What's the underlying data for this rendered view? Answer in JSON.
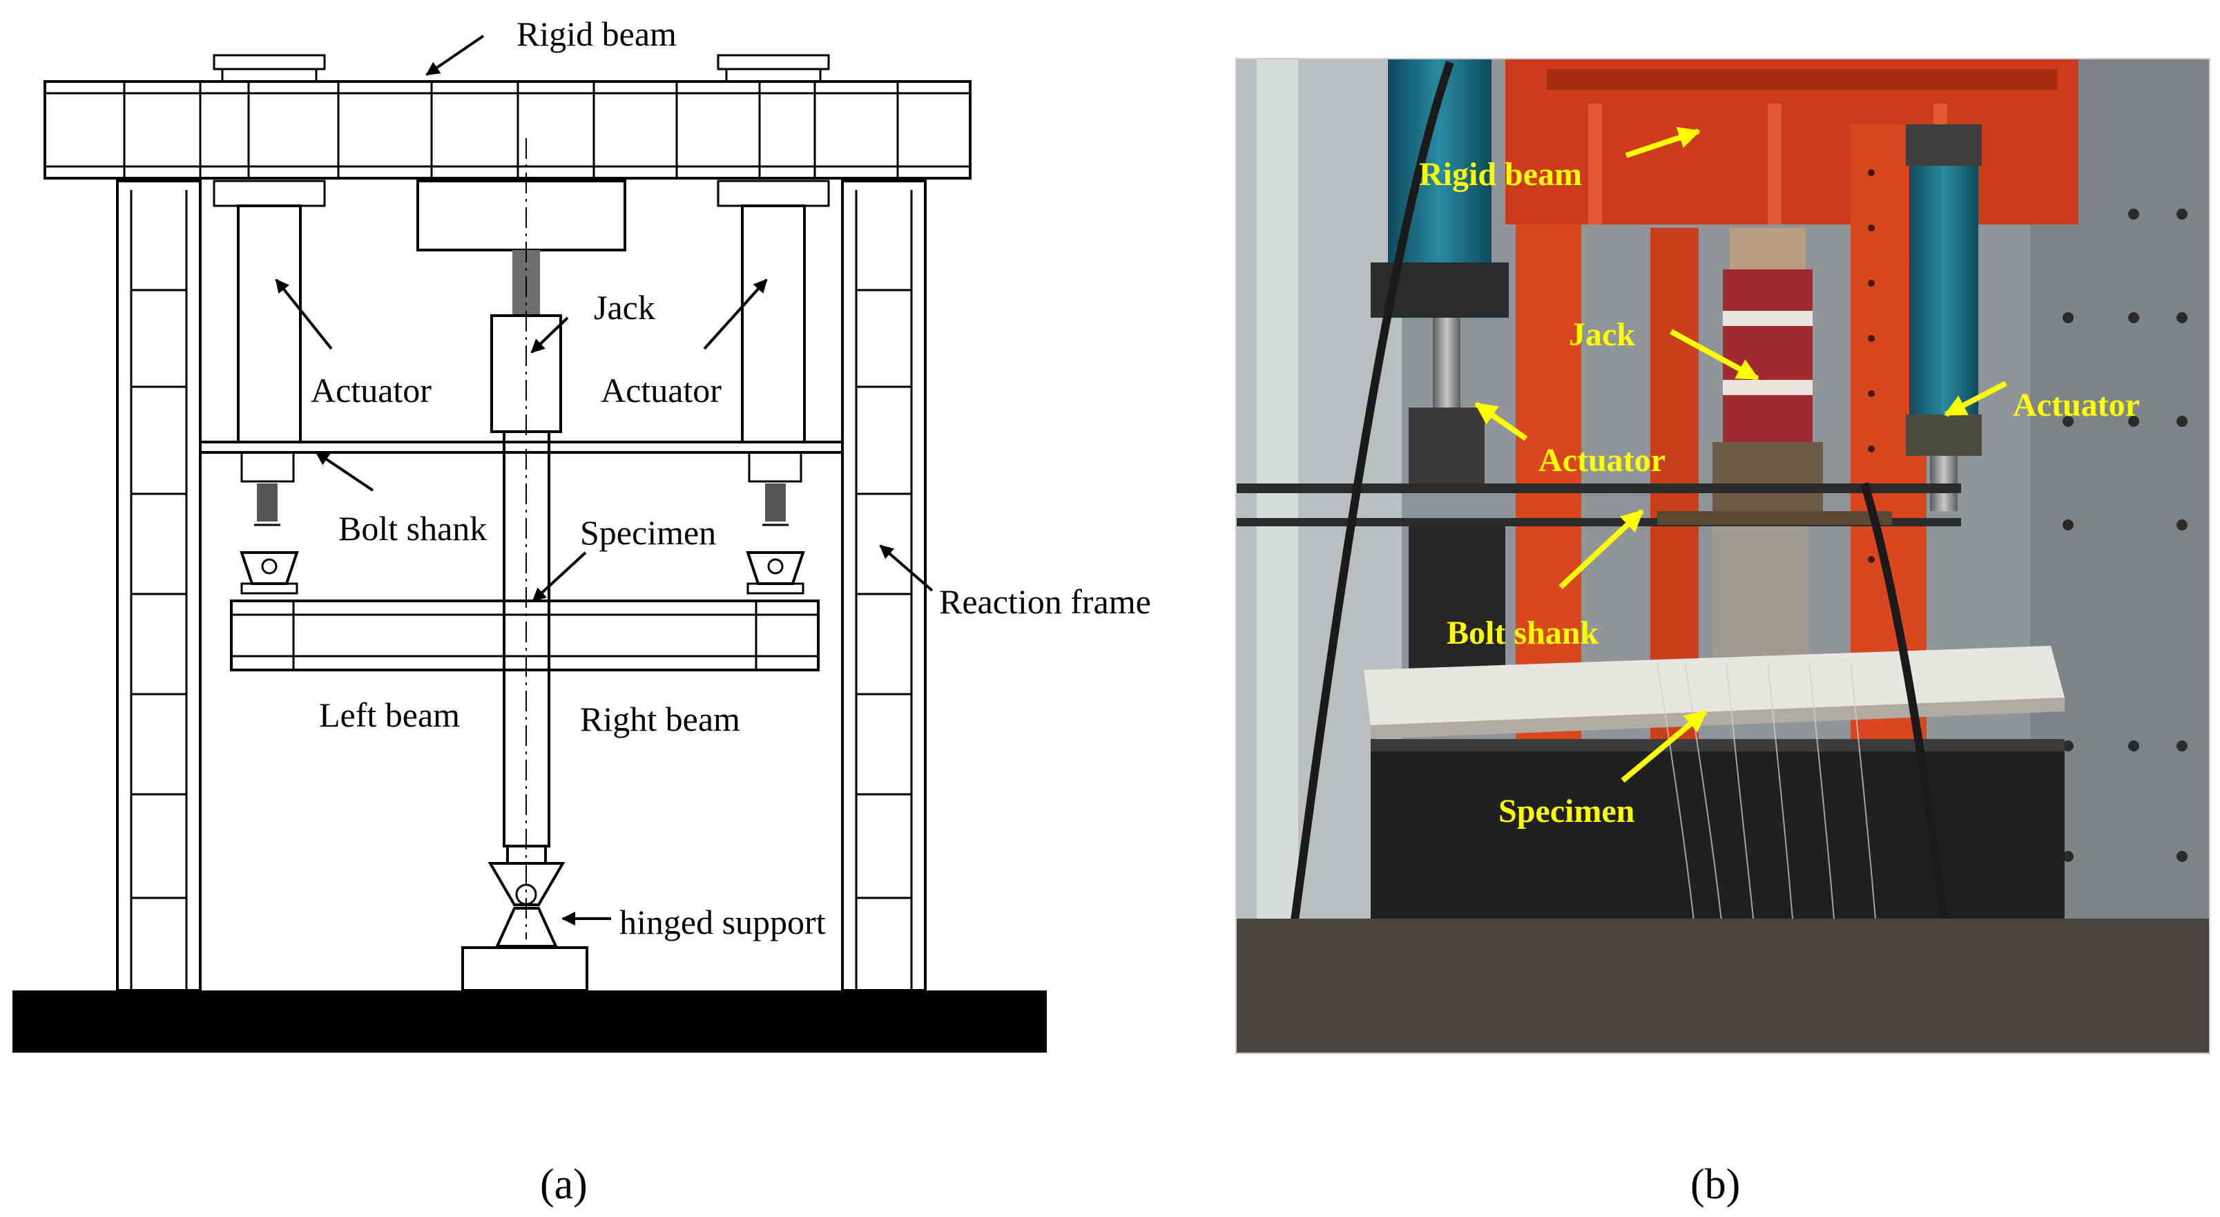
{
  "panel_a": {
    "labels": {
      "rigid_beam": "Rigid beam",
      "jack": "Jack",
      "actuator_left": "Actuator",
      "actuator_right": "Actuator",
      "bolt_shank": "Bolt shank",
      "specimen": "Specimen",
      "reaction_frame": "Reaction frame",
      "left_beam": "Left beam",
      "right_beam": "Right beam",
      "hinged_support": "hinged support"
    },
    "caption": "(a)"
  },
  "panel_b": {
    "labels": {
      "rigid_beam": "Rigid beam",
      "jack": "Jack",
      "actuator_left": "Actuator",
      "actuator_right": "Actuator",
      "bolt_shank": "Bolt shank",
      "specimen": "Specimen"
    },
    "label_color": "#ffff00",
    "caption": "(b)"
  },
  "colors": {
    "frame_red": "#d9401f",
    "wall_grey": "#8d9396",
    "actuator_teal": "#1f6f86",
    "ground": "#000000"
  }
}
